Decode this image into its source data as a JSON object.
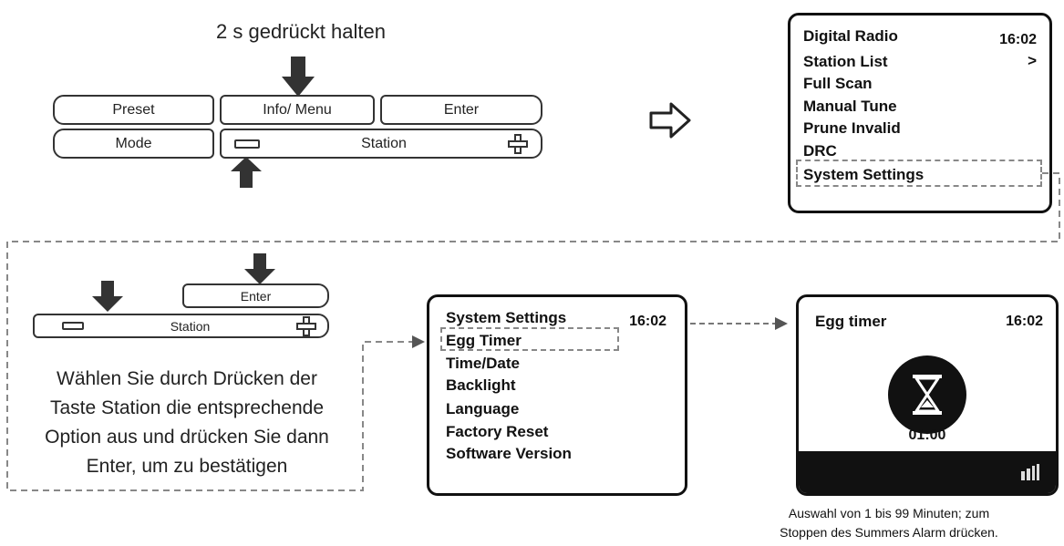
{
  "top": {
    "caption": "2 s gedrückt halten",
    "keys": {
      "preset": "Preset",
      "info_menu": "Info/ Menu",
      "enter": "Enter",
      "mode": "Mode",
      "station": "Station"
    }
  },
  "screen_main": {
    "title": "Digital Radio",
    "time": "16:02",
    "items": [
      "Station List",
      "Full Scan",
      "Manual Tune",
      "Prune Invalid",
      "DRC",
      "System Settings"
    ],
    "station_list_arrow": ">"
  },
  "bottom_left": {
    "enter_label": "Enter",
    "station_label": "Station",
    "instruction_lines": [
      "Wählen Sie durch Drücken der",
      "Taste Station die entsprechende",
      "Option aus und drücken Sie dann",
      "Enter, um zu bestätigen"
    ]
  },
  "screen_system": {
    "title": "System Settings",
    "time": "16:02",
    "items": [
      "Egg Timer",
      "Time/Date",
      "Backlight",
      "Language",
      "Factory Reset",
      "Software Version"
    ]
  },
  "screen_egg": {
    "title": "Egg timer",
    "time": "16:02",
    "countdown": "01:00",
    "icon": "hourglass-icon",
    "status_icon": "signal-icon"
  },
  "note_lines": [
    "Auswahl von 1 bis 99 Minuten; zum",
    "Stoppen des Summers Alarm drücken."
  ]
}
